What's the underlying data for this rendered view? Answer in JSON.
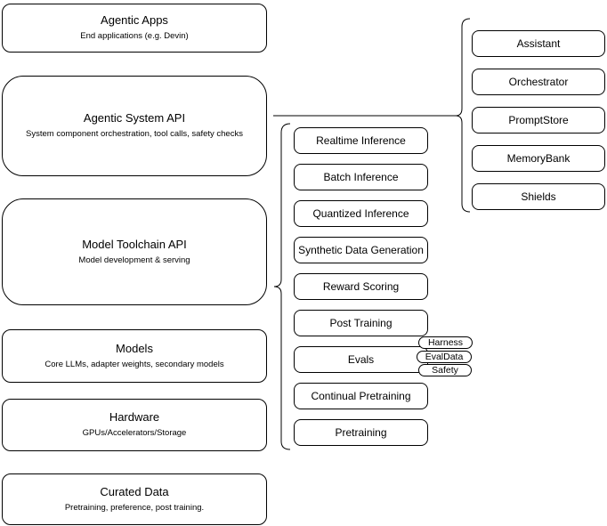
{
  "diagram": {
    "left_stack": [
      {
        "title": "Agentic Apps",
        "subtitle": "End applications (e.g. Devin)"
      },
      {
        "title": "Agentic System API",
        "subtitle": "System component orchestration, tool calls, safety checks"
      },
      {
        "title": "Model Toolchain API",
        "subtitle": "Model development & serving"
      },
      {
        "title": "Models",
        "subtitle": "Core LLMs, adapter weights, secondary models"
      },
      {
        "title": "Hardware",
        "subtitle": "GPUs/Accelerators/Storage"
      },
      {
        "title": "Curated Data",
        "subtitle": "Pretraining, preference, post training."
      }
    ],
    "toolchain_group": {
      "connects_to": "Model Toolchain API",
      "items": [
        "Realtime Inference",
        "Batch Inference",
        "Quantized Inference",
        "Synthetic Data Generation",
        "Reward Scoring",
        "Post Training",
        "Evals",
        "Continual Pretraining",
        "Pretraining"
      ]
    },
    "evals_pills": [
      "Harness",
      "EvalData",
      "Safety"
    ],
    "system_group": {
      "connects_to": "Agentic System API",
      "items": [
        "Assistant",
        "Orchestrator",
        "PromptStore",
        "MemoryBank",
        "Shields"
      ]
    },
    "colors": {
      "stroke": "#000000",
      "background": "#ffffff",
      "text": "#000000"
    }
  }
}
